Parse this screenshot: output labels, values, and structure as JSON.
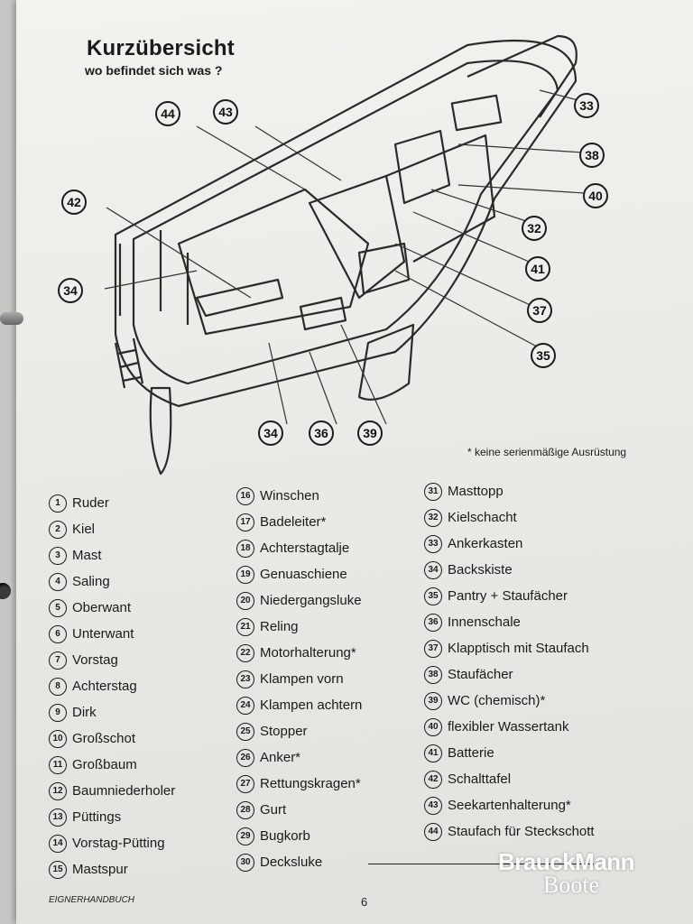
{
  "header": {
    "title": "Kurzübersicht",
    "subtitle": "wo befindet sich was ?"
  },
  "diagram": {
    "callouts": [
      "44",
      "43",
      "42",
      "34",
      "33",
      "38",
      "40",
      "32",
      "41",
      "37",
      "35",
      "34",
      "36",
      "39"
    ]
  },
  "note": "* keine serienmäßige Ausrüstung",
  "legend": {
    "col1": [
      {
        "n": "1",
        "label": "Ruder"
      },
      {
        "n": "2",
        "label": "Kiel"
      },
      {
        "n": "3",
        "label": "Mast"
      },
      {
        "n": "4",
        "label": "Saling"
      },
      {
        "n": "5",
        "label": "Oberwant"
      },
      {
        "n": "6",
        "label": "Unterwant"
      },
      {
        "n": "7",
        "label": "Vorstag"
      },
      {
        "n": "8",
        "label": "Achterstag"
      },
      {
        "n": "9",
        "label": "Dirk"
      },
      {
        "n": "10",
        "label": "Großschot"
      },
      {
        "n": "11",
        "label": "Großbaum"
      },
      {
        "n": "12",
        "label": "Baumniederholer"
      },
      {
        "n": "13",
        "label": "Püttings"
      },
      {
        "n": "14",
        "label": "Vorstag-Pütting"
      },
      {
        "n": "15",
        "label": "Mastspur"
      }
    ],
    "col2": [
      {
        "n": "16",
        "label": "Winschen"
      },
      {
        "n": "17",
        "label": "Badeleiter*"
      },
      {
        "n": "18",
        "label": "Achterstagtalje"
      },
      {
        "n": "19",
        "label": "Genuaschiene"
      },
      {
        "n": "20",
        "label": "Niedergangsluke"
      },
      {
        "n": "21",
        "label": "Reling"
      },
      {
        "n": "22",
        "label": "Motorhalterung*"
      },
      {
        "n": "23",
        "label": "Klampen vorn"
      },
      {
        "n": "24",
        "label": "Klampen achtern"
      },
      {
        "n": "25",
        "label": "Stopper"
      },
      {
        "n": "26",
        "label": "Anker*"
      },
      {
        "n": "27",
        "label": "Rettungskragen*"
      },
      {
        "n": "28",
        "label": "Gurt"
      },
      {
        "n": "29",
        "label": "Bugkorb"
      },
      {
        "n": "30",
        "label": "Decksluke"
      }
    ],
    "col3": [
      {
        "n": "31",
        "label": "Masttopp"
      },
      {
        "n": "32",
        "label": "Kielschacht"
      },
      {
        "n": "33",
        "label": "Ankerkasten"
      },
      {
        "n": "34",
        "label": "Backskiste"
      },
      {
        "n": "35",
        "label": "Pantry + Staufächer"
      },
      {
        "n": "36",
        "label": "Innenschale"
      },
      {
        "n": "37",
        "label": "Klapptisch mit Staufach"
      },
      {
        "n": "38",
        "label": "Staufächer"
      },
      {
        "n": "39",
        "label": "WC (chemisch)*"
      },
      {
        "n": "40",
        "label": "flexibler Wassertank"
      },
      {
        "n": "41",
        "label": "Batterie"
      },
      {
        "n": "42",
        "label": "Schalttafel"
      },
      {
        "n": "43",
        "label": "Seekartenhalterung*"
      },
      {
        "n": "44",
        "label": "Staufach für Steckschott"
      }
    ]
  },
  "footer": {
    "manual": "EIGNERHANDBUCH",
    "page": "6"
  },
  "watermark": {
    "line1": "BrauckMann",
    "line2": "Boote"
  }
}
